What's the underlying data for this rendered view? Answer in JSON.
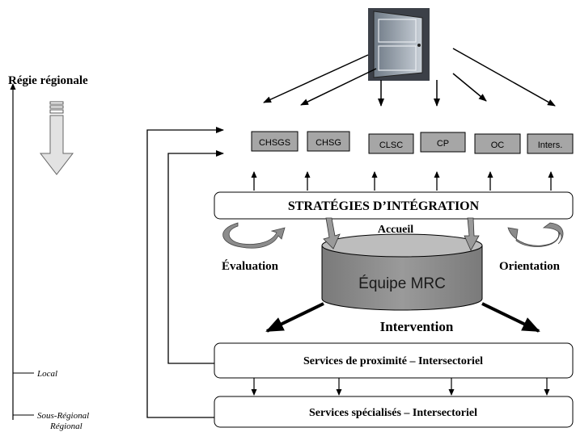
{
  "left_axis": {
    "title": "Régie régionale",
    "label_local": "Local",
    "label_sous_regional": "Sous-Régional",
    "label_regional": "Régional"
  },
  "door_icon": "door-open-icon",
  "organizations": [
    {
      "id": "chsgs",
      "label": "CHSGS"
    },
    {
      "id": "chsg",
      "label": "CHSG"
    },
    {
      "id": "clsc",
      "label": "CLSC"
    },
    {
      "id": "cp",
      "label": "CP"
    },
    {
      "id": "oc",
      "label": "OC"
    },
    {
      "id": "inters",
      "label": "Inters."
    }
  ],
  "strategies": {
    "title": "STRATÉGIES D’INTÉGRATION"
  },
  "accueil": "Accueil",
  "evaluation": "Évaluation",
  "orientation": "Orientation",
  "team": "Équipe MRC",
  "intervention": "Intervention",
  "services": {
    "proximite": "Services de  proximité – Intersectoriel",
    "specialises": "Services spécialisés – Intersectoriel"
  },
  "colors": {
    "org_box_fill": "#a6a6a6",
    "team_fill": "#8c8c8c",
    "curved_arrow_fill": "#8c8c8c",
    "line": "#000000"
  }
}
